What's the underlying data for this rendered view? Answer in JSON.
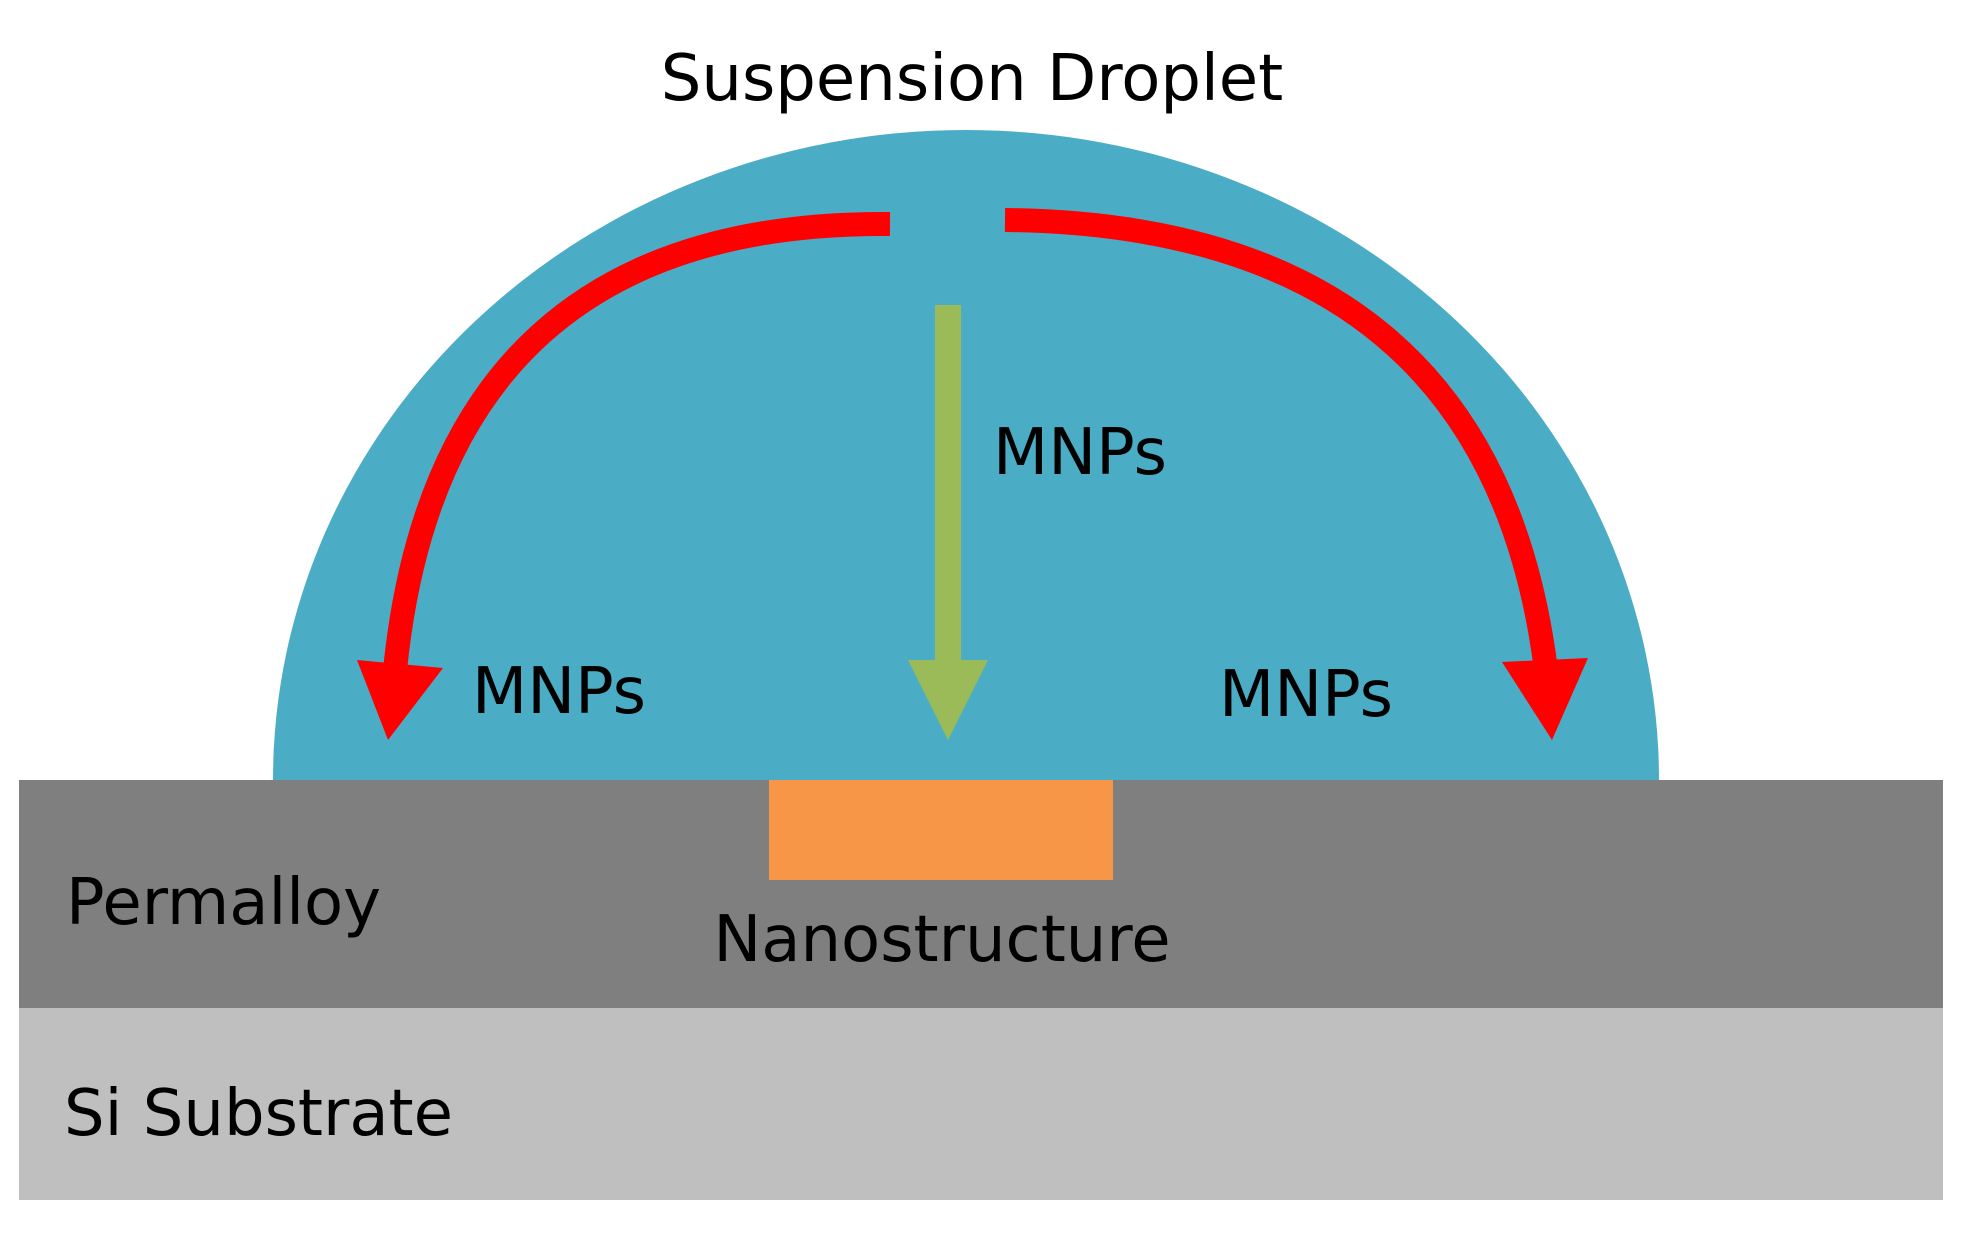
{
  "diagram": {
    "title": "Suspension Droplet",
    "labels": {
      "center_flow": "MNPs",
      "left_flow": "MNPs",
      "right_flow": "MNPs",
      "permalloy": "Permalloy",
      "nanostructure": "Nanostructure",
      "substrate": "Si Substrate"
    },
    "colors": {
      "droplet": "#4bacc6",
      "side_arrows": "#ff0000",
      "center_arrow": "#9bbb59",
      "permalloy_layer": "#7f7f7f",
      "substrate_layer": "#bfbfbf",
      "nanostructure": "#f79646",
      "text": "#000000"
    }
  }
}
